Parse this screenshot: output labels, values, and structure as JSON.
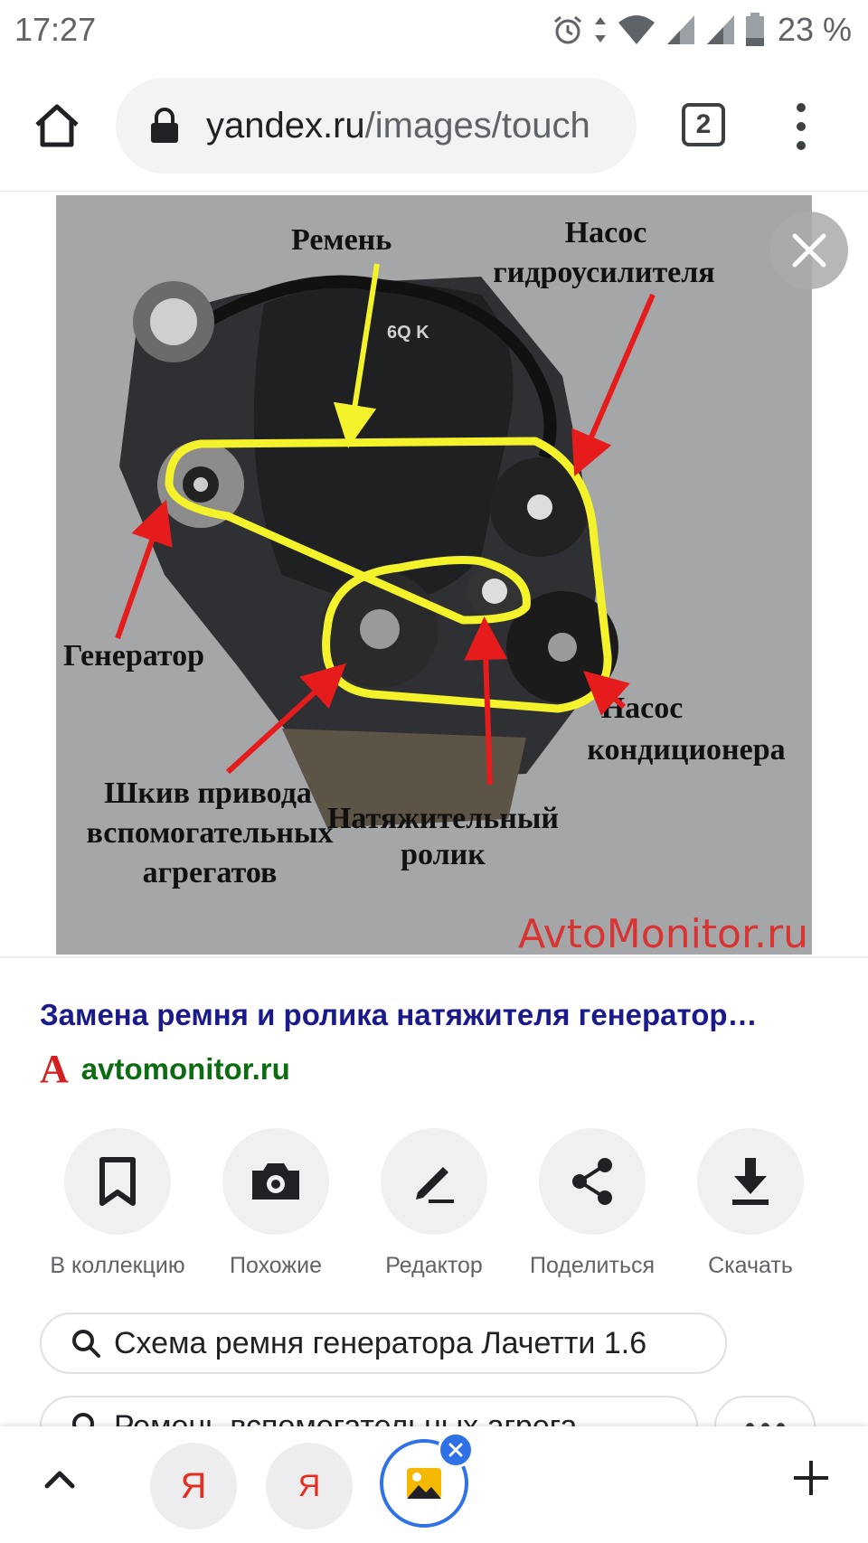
{
  "status_bar": {
    "time": "17:27",
    "battery": "23 %",
    "icons": [
      "alarm-icon",
      "data-arrows-icon",
      "wifi-icon",
      "signal-icon",
      "signal-icon",
      "battery-icon"
    ]
  },
  "toolbar": {
    "url_host": "yandex.ru",
    "url_path": "/images/touch",
    "tab_count": "2"
  },
  "image": {
    "labels": {
      "belt": "Ремень",
      "ps_pump_1": "Насос",
      "ps_pump_2": "гидроусилителя",
      "generator": "Генератор",
      "ac_pump_1": "Насос",
      "ac_pump_2": "кондиционера",
      "pulley_1": "Шкив привода",
      "pulley_2": "вспомогательных",
      "pulley_3": "агрегатов",
      "tensioner_1": "Натяжительный",
      "tensioner_2": "ролик",
      "watermark": "AvtoMonitor.ru",
      "cover_marking": "6Q K"
    },
    "colors": {
      "belt": "#f4f22a",
      "arrow": "#e61b1b",
      "background": "#a4a6a8"
    }
  },
  "result": {
    "title": "Замена ремня и ролика натяжителя генератор…",
    "source_logo": "А",
    "source_domain": "avtomonitor.ru"
  },
  "actions": [
    {
      "label": "В коллекцию",
      "icon": "bookmark-icon"
    },
    {
      "label": "Похожие",
      "icon": "camera-search-icon"
    },
    {
      "label": "Редактор",
      "icon": "pencil-icon"
    },
    {
      "label": "Поделиться",
      "icon": "share-icon"
    },
    {
      "label": "Скачать",
      "icon": "download-icon"
    }
  ],
  "suggestions": [
    "Схема ремня генератора Лачетти 1.6",
    "Ремень вспомогательных агрега"
  ],
  "bottom_bar": {
    "tab1": "Я",
    "tab2": "Я"
  }
}
